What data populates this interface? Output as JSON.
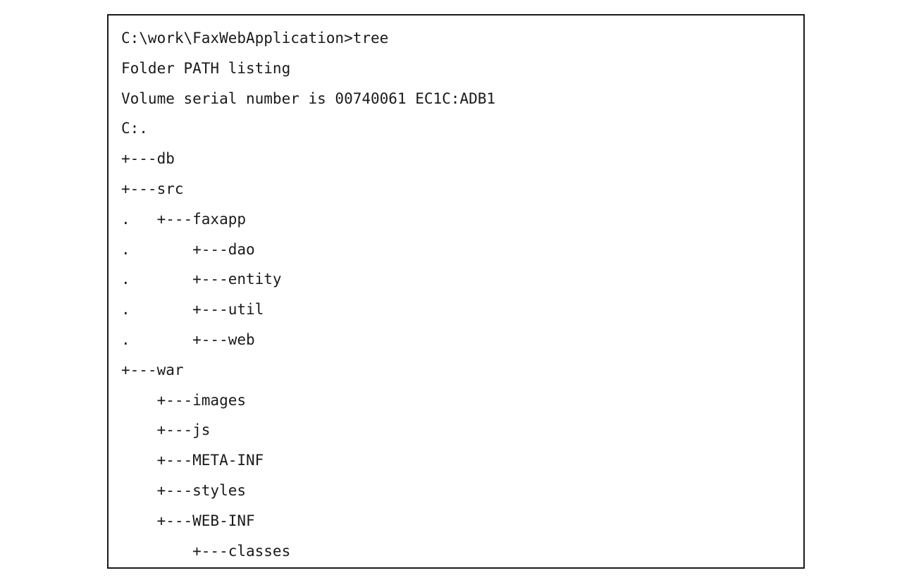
{
  "console": {
    "lines": [
      "C:\\work\\FaxWebApplication>tree",
      "Folder PATH listing",
      "Volume serial number is 00740061 EC1C:ADB1",
      "C:.",
      "+---db",
      "+---src",
      ".   +---faxapp",
      ".       +---dao",
      ".       +---entity",
      ".       +---util",
      ".       +---web",
      "+---war",
      "    +---images",
      "    +---js",
      "    +---META-INF",
      "    +---styles",
      "    +---WEB-INF",
      "        +---classes"
    ]
  }
}
